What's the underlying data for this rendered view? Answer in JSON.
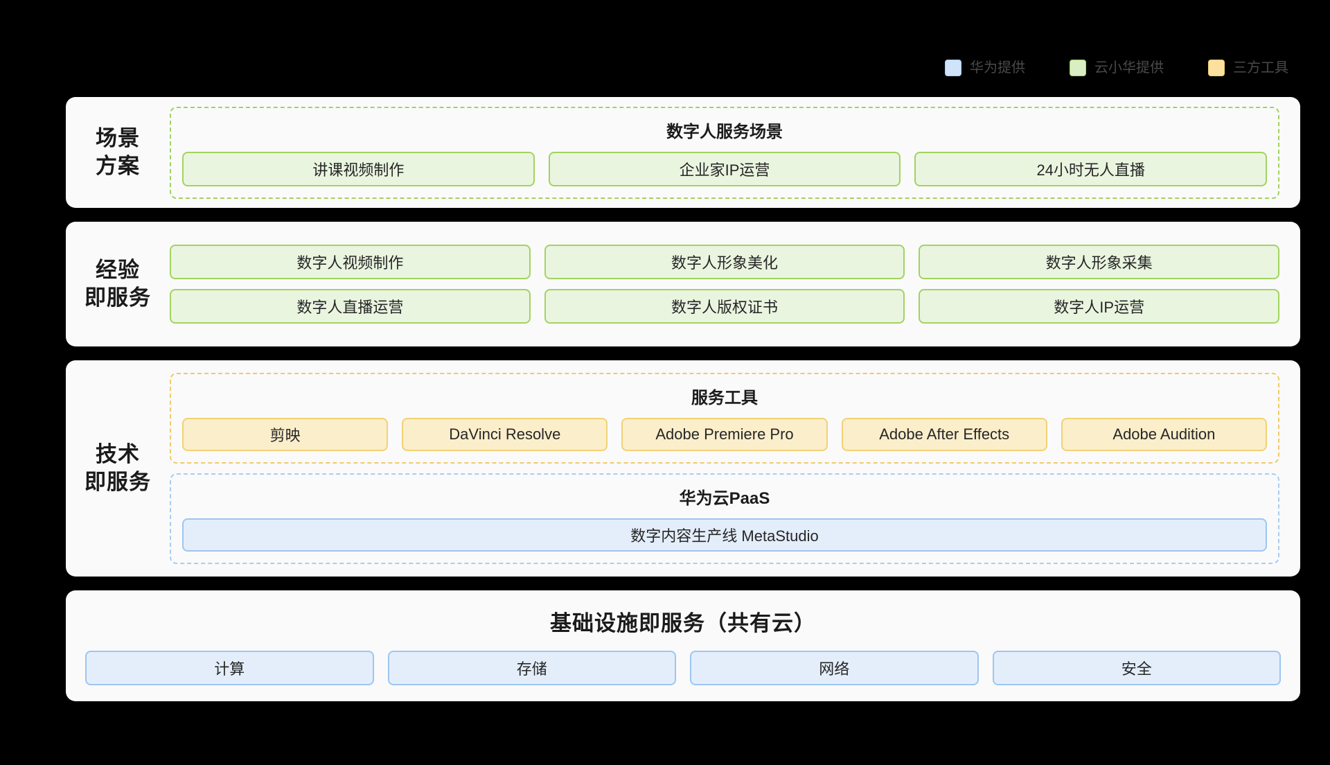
{
  "legend": {
    "items": [
      {
        "label": "华为提供",
        "color": "#cfe3fb",
        "swatch": "blue-swatch-icon"
      },
      {
        "label": "云小华提供",
        "color": "#d9eec3",
        "swatch": "green-swatch-icon"
      },
      {
        "label": "三方工具",
        "color": "#fbe0a0",
        "swatch": "orange-swatch-icon"
      }
    ]
  },
  "sections": {
    "scenario": {
      "label": "场景\n方案",
      "group_title": "数字人服务场景",
      "items": [
        "讲课视频制作",
        "企业家IP运营",
        "24小时无人直播"
      ]
    },
    "experience": {
      "label": "经验\n即服务",
      "row1": [
        "数字人视频制作",
        "数字人形象美化",
        "数字人形象采集"
      ],
      "row2": [
        "数字人直播运营",
        "数字人版权证书",
        "数字人IP运营"
      ]
    },
    "technology": {
      "label": "技术\n即服务",
      "tools_title": "服务工具",
      "tools": [
        "剪映",
        "DaVinci Resolve",
        "Adobe Premiere Pro",
        "Adobe After Effects",
        "Adobe Audition"
      ],
      "paas_title": "华为云PaaS",
      "paas_items": [
        "数字内容生产线 MetaStudio"
      ]
    },
    "infrastructure": {
      "title": "基础设施即服务（共有云）",
      "items": [
        "计算",
        "存储",
        "网络",
        "安全"
      ]
    }
  },
  "colors": {
    "page_background": "#000000",
    "panel_background": "#fafafa",
    "green_fill": "#eaf5e0",
    "green_border": "#a2d35f",
    "orange_fill": "#fbeecb",
    "orange_border": "#f2d175",
    "blue_fill": "#e4eefb",
    "blue_border": "#9dc5f2"
  }
}
